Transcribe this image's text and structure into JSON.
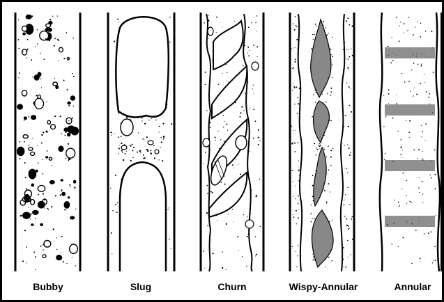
{
  "figure": {
    "colors": {
      "ink": "#000000",
      "background": "#ffffff"
    },
    "panels": [
      {
        "id": "bubbly",
        "label": "Bubby"
      },
      {
        "id": "slug",
        "label": "Slug"
      },
      {
        "id": "churn",
        "label": "Churn"
      },
      {
        "id": "wispy-annular",
        "label": "Wispy-Annular"
      },
      {
        "id": "annular",
        "label": "Annular"
      }
    ]
  }
}
